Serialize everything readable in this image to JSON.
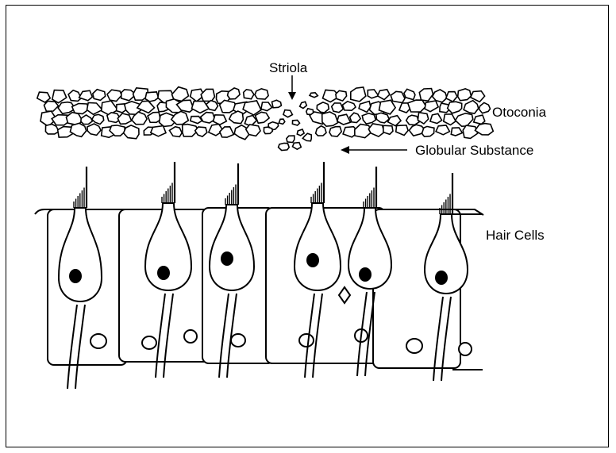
{
  "labels": {
    "striola": "Striola",
    "otoconia": "Otoconia",
    "globular": "Globular Substance",
    "hair_cells": "Hair Cells"
  },
  "colors": {
    "ink": "#000000",
    "paper": "#ffffff"
  }
}
